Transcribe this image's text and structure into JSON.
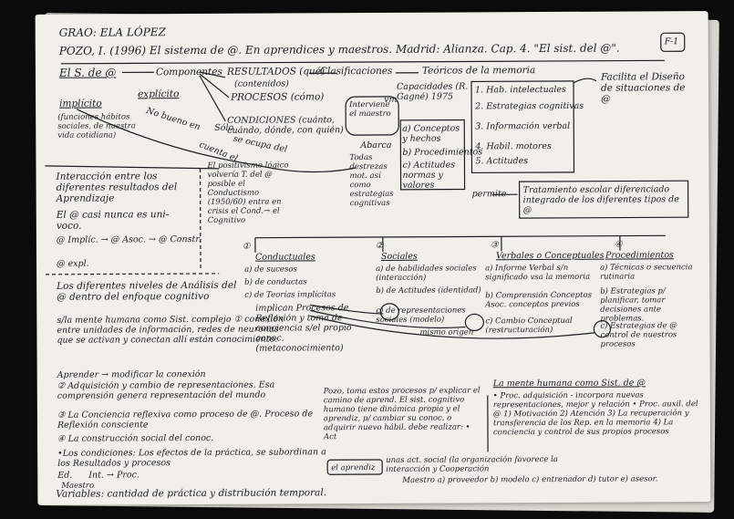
{
  "header": {
    "line1": "GRAO: ELA LÓPEZ",
    "line2": "POZO, I. (1996) El sistema de @. En aprendices y maestros. Madrid: Alianza. Cap. 4. \"El sist. del @\".",
    "page_no": "F-1"
  },
  "top": {
    "root": "El S. de @",
    "componentes": "Componentes",
    "resultados": "RESULTADOS (qué)",
    "contenidos": "(contenidos)",
    "clasificaciones": "Clasificaciones",
    "teoricos": "Teóricos de la memoria",
    "procesos": "PROCESOS (cómo)",
    "condiciones": "CONDICIONES (cuánto, cuándo, dónde, con quién)",
    "capacidades": "Capacidades (R. Gagné) 1975",
    "facilita": "Facilita el Diseño de situaciones de @"
  },
  "left": {
    "implicito": "implícito",
    "explicito": "explícito",
    "implicito_desc": "(funciones hábitos sociales, de nuestra vida cotidiana)",
    "no_bueno": "No bueno en",
    "solo": "Sólo",
    "se_ocupa": "se ocupa del",
    "cuenta_el": "cuenta el",
    "conductismo": "El positivismo lógico volvería T. del @ posible el Conductismo (1950/60) entra en crisis el Cond.→ el Cognitivo",
    "interaccion": "Interacción entre los diferentes resultados del Aprendizaje",
    "casi_nunca": "El @ casi nunca es uni-voco.",
    "implic": "@ Implíc. → @ Asoc. → @ Constr.",
    "expl": "@ expl.",
    "diferentes_niveles": "Los diferentes niveles de Análisis del @ dentro del enfoque cognitivo",
    "hombre": "s/la mente humana como Sist. complejo ① conexión entre unidades de información, redes de neuronas que se activan y conectan allí están conocimiento.",
    "aprender": "Aprender → modificar la conexión",
    "adquisicion": "② Adquisición y cambio de representaciones. Esa comprensión genera representación del mundo",
    "consciencia": "③ La Conciencia reflexiva como proceso de @. Proceso de Reflexión consciente",
    "construccion": "④ La construcción social del conoc.",
    "condiciones": "•Los condiciones: Los efectos de la práctica, se subordinan a los Resultados y procesos",
    "ed": "Ed.",
    "int": "Int. → Proc.",
    "maestro": "Maestro",
    "variables": "Variables: cantidad de práctica y distribución temporal."
  },
  "middle": {
    "interviene": "Interviene el maestro",
    "abarca": "Abarca",
    "todas": "Todas destrezas mot. así como estrategias cognitivas",
    "conceptos": "a) Conceptos y hechos",
    "procedimientos": "b) Procedimientos",
    "actitudes": "c) Actitudes normas y valores",
    "vm": "vm",
    "permite": "permite",
    "tratamiento": "Tratamiento escolar diferenciado integrado de los diferentes tipos de @",
    "lista": [
      "1. Hab. intelectuales",
      "2. Estrategias cognitivas",
      "3. Información verbal",
      "4. Habil. motores",
      "5. Actitudes"
    ]
  },
  "categories": {
    "conductuales": {
      "num": "①",
      "title": "Conductuales",
      "items": [
        "a) de sucesos",
        "b) de conductas",
        "c) de Teorías implícitas"
      ]
    },
    "sociales": {
      "num": "②",
      "title": "Sociales",
      "items": [
        "a) de habilidades sociales (interacción)",
        "b) de Actitudes (identidad)",
        "c) de representaciones sociales (modelo)"
      ]
    },
    "verbales": {
      "num": "③",
      "title": "Verbales o Conceptuales",
      "items": [
        "a) Informe Verbal s/n significado vsa la memoria",
        "b) Comprensión Conceptos Asoc. conceptos previos",
        "c) Cambio Conceptual (restructuración)"
      ]
    },
    "procedimientos": {
      "num": "④",
      "title": "Procedimientos",
      "items": [
        "a) Técnicas o secuencia rutinaria",
        "b) Estrategias p/ planificar, tomar decisiones ante problemas.",
        "c) Estrategias de @ control de nuestros procesos"
      ]
    }
  },
  "bottom": {
    "implican": "implican Procesos de Reflexión y toma de conciencia s/el propio conoc. (metaconocimiento)",
    "mismo_origen": "mismo origen",
    "pozo": "Pozo, toma estos procesos p/ explicar el camino de aprend. El sist. cognitivo humano tiene dinámica propia y el aprendiz, p/ cambiar su conoc. o adquirir nuevo hábil. debe realizar: • Act",
    "aprendiz": "el aprendiz",
    "unas": "unas act. social (la organización favorece la interacción y Cooperación",
    "mente": "La mente humana como Sist. de @",
    "proc_list": "• Proc. adquisición - incorpora nuevas representaciones, mejor y relación • Proc. auxil. del @ 1) Motivación 2) Atención 3) La recuperación y transferencia de los Rep. en la memoria 4) La conciencia y control de sus propios procesos",
    "maestro_roles": "Maestro a) proveedor b) modelo c) entrenador d) tutor e) asesor."
  }
}
